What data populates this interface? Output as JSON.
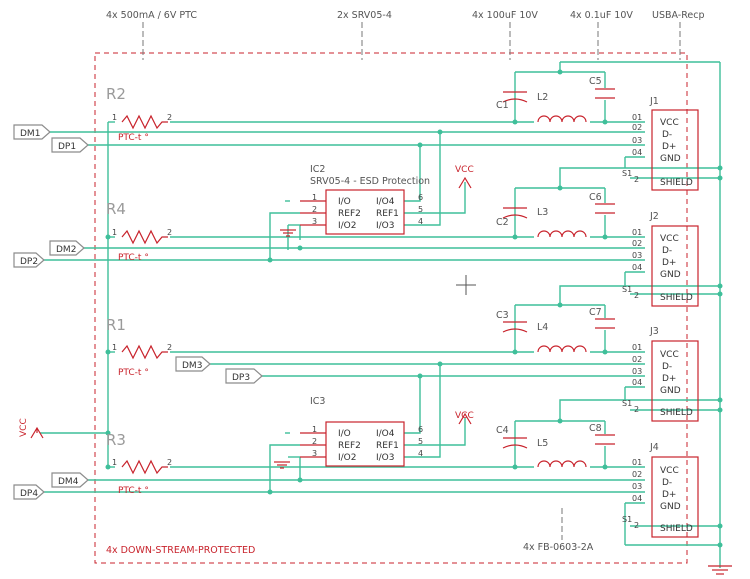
{
  "annotations": {
    "ptc": "4x 500mA / 6V PTC",
    "srv": "2x SRV05-4",
    "cap100": "4x 100uF 10V",
    "cap01": "4x 0.1uF 10V",
    "usb": "USBA-Recp",
    "downstream": "4x DOWN-STREAM-PROTECTED",
    "fb": "4x FB-0603-2A"
  },
  "resistors": [
    {
      "ref": "R2",
      "value": "PTC-t °",
      "pin1": "1",
      "pin2": "2"
    },
    {
      "ref": "R4",
      "value": "PTC-t °",
      "pin1": "1",
      "pin2": "2"
    },
    {
      "ref": "R1",
      "value": "PTC-t °",
      "pin1": "1",
      "pin2": "2"
    },
    {
      "ref": "R3",
      "value": "PTC-t °",
      "pin1": "1",
      "pin2": "2"
    }
  ],
  "net_labels": {
    "dm1": "DM1",
    "dp1": "DP1",
    "dm2": "DM2",
    "dp2": "DP2",
    "dm3": "DM3",
    "dp3": "DP3",
    "dm4": "DM4",
    "dp4": "DP4"
  },
  "vcc": "VCC",
  "ics": [
    {
      "ref": "IC2",
      "title": "SRV05-4 - ESD Protection",
      "left_pins": [
        "I/O",
        "REF2",
        "I/O2"
      ],
      "right_pins": [
        "I/O4",
        "REF1",
        "I/O3"
      ],
      "left_nums": [
        "1",
        "2",
        "3"
      ],
      "right_nums": [
        "6",
        "5",
        "4"
      ]
    },
    {
      "ref": "IC3",
      "title": "",
      "left_pins": [
        "I/O",
        "REF2",
        "I/O2"
      ],
      "right_pins": [
        "I/O4",
        "REF1",
        "I/O3"
      ],
      "left_nums": [
        "1",
        "2",
        "3"
      ],
      "right_nums": [
        "6",
        "5",
        "4"
      ]
    }
  ],
  "caps_big": [
    "C1",
    "C2",
    "C3",
    "C4"
  ],
  "caps_small": [
    "C5",
    "C6",
    "C7",
    "C8"
  ],
  "inductors": [
    "L2",
    "L3",
    "L4",
    "L5"
  ],
  "connectors": [
    {
      "ref": "J1",
      "shield_mark": "S1",
      "shield_num": "2"
    },
    {
      "ref": "J2",
      "shield_mark": "S1",
      "shield_num": "2"
    },
    {
      "ref": "J3",
      "shield_mark": "S1",
      "shield_num": "2"
    },
    {
      "ref": "J4",
      "shield_mark": "S1",
      "shield_num": "2"
    }
  ],
  "connector_pins": {
    "nums": [
      "01",
      "02",
      "03",
      "04"
    ],
    "names": [
      "VCC",
      "D-",
      "D+",
      "GND",
      "SHIELD"
    ]
  },
  "colors": {
    "wire": "#3fbf9a",
    "symbol": "#c8232c",
    "label": "#8c8c8c"
  }
}
